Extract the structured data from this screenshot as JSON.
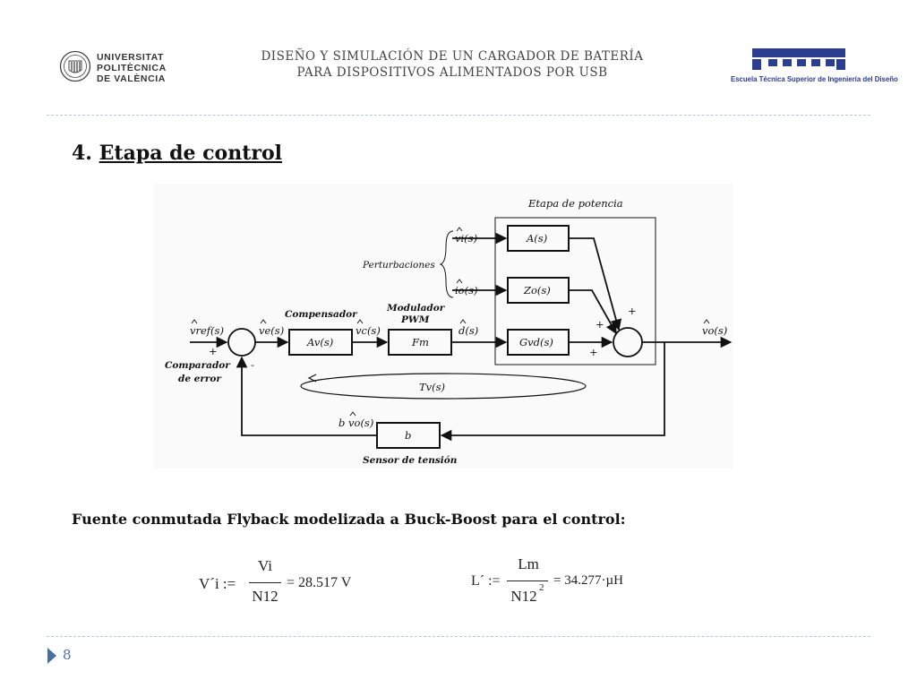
{
  "header": {
    "university_lines": [
      "UNIVERSITAT",
      "POLITÈCNICA",
      "DE VALÈNCIA"
    ],
    "title_line1": "DISEÑO Y SIMULACIÓN DE UN CARGADOR DE BATERÍA",
    "title_line2": "PARA DISPOSITIVOS ALIMENTADOS POR USB",
    "school_name": "Escuela Técnica Superior de Ingeniería del Diseño",
    "brand_color": "#2b3d8f"
  },
  "section": {
    "number": "4.",
    "title": "Etapa de control"
  },
  "diagram": {
    "stage_label": "Etapa de potencia",
    "disturbances_label": "Perturbaciones",
    "comparator_label": [
      "Comparador",
      "de error"
    ],
    "compensator_label": "Compensador",
    "modulator_label": [
      "Modulador",
      "PWM"
    ],
    "sensor_label": "Sensor de tensión",
    "blocks": {
      "A": "A(s)",
      "Zo": "Zo(s)",
      "Gvd": "Gvd(s)",
      "Av": "Av(s)",
      "Fm": "Fm",
      "b": "b"
    },
    "signals": {
      "vref": "vref(s)",
      "ve": "ve(s)",
      "vc": "vc(s)",
      "d": "d(s)",
      "vi": "vi(s)",
      "io": "io(s)",
      "vo": "vo(s)",
      "bvo": "b vo(s)",
      "Tv": "Tv(s)"
    },
    "signs": {
      "plus": "+",
      "minus": "-"
    }
  },
  "subtitle": "Fuente conmutada Flyback modelizada a Buck-Boost para el control:",
  "formulas": {
    "vi_prime": {
      "lhs": "V´i :=",
      "num": "Vi",
      "den": "N12",
      "result": "= 28.517 V"
    },
    "l_prime": {
      "lhs": "L´ :=",
      "num": "Lm",
      "den": "N12",
      "exp": "2",
      "result": "= 34.277·µH"
    }
  },
  "page_number": "8"
}
